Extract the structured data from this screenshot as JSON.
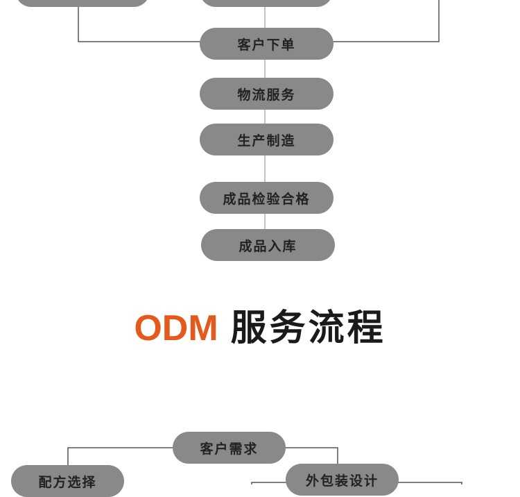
{
  "top_flow": {
    "nodes": {
      "order": "客户下单",
      "logistics": "物流服务",
      "manufacturing": "生产制造",
      "inspection": "成品检验合格",
      "warehousing": "成品入库"
    }
  },
  "section_title": {
    "accent": "ODM",
    "main": "服务流程"
  },
  "bottom_flow": {
    "nodes": {
      "customer_demand": "客户需求",
      "formula_selection": "配方选择",
      "packaging_design": "外包装设计"
    }
  },
  "colors": {
    "node_fill": "#8a8888",
    "node_text": "#222222",
    "connector": "#555555",
    "title_accent": "#e35a1c",
    "title_main": "#1a1a1a"
  }
}
